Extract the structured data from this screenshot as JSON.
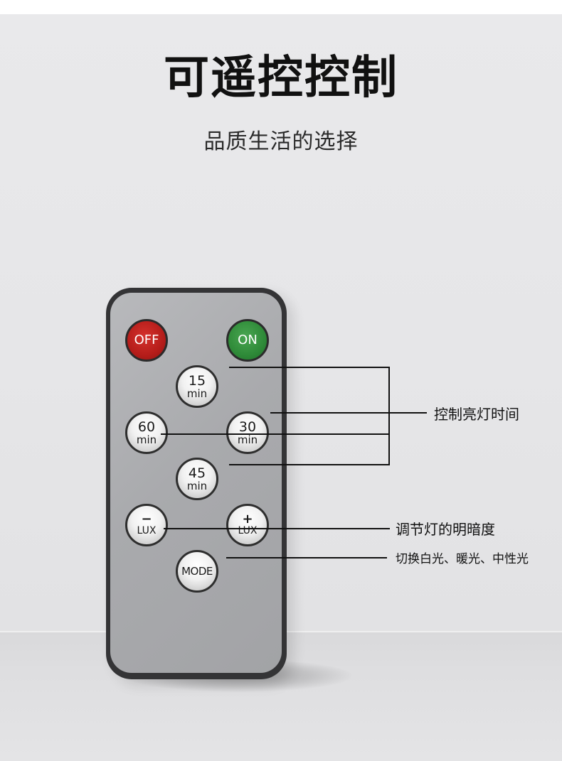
{
  "title": "可遥控控制",
  "subtitle": "品质生活的选择",
  "remote": {
    "off": "OFF",
    "on": "ON",
    "timers": [
      {
        "value": "15",
        "unit": "min"
      },
      {
        "value": "60",
        "unit": "min"
      },
      {
        "value": "30",
        "unit": "min"
      },
      {
        "value": "45",
        "unit": "min"
      }
    ],
    "lux_minus": {
      "sign": "−",
      "label": "LUX"
    },
    "lux_plus": {
      "sign": "+",
      "label": "LUX"
    },
    "mode": "MODE"
  },
  "annotations": {
    "timer": "控制亮灯时间",
    "brightness": "调节灯的明暗度",
    "mode": "切换白光、暖光、中性光"
  }
}
